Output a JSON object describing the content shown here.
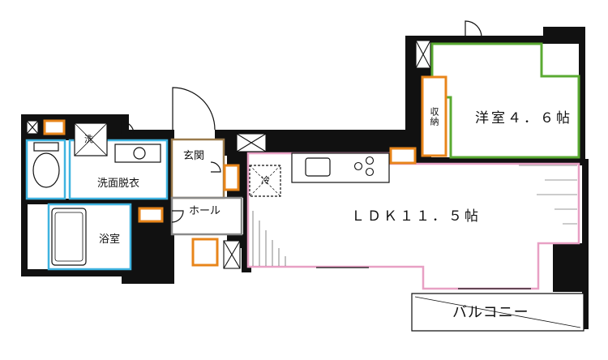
{
  "rooms": {
    "western": "洋室４．６帖",
    "ldk": "ＬＤＫ１１．５帖",
    "washroom": "洗面脱衣",
    "bath": "浴室",
    "entrance": "玄関",
    "hall": "ホール",
    "balcony": "バルコニー"
  },
  "fixtures": {
    "storage": "収納",
    "washer": "洗",
    "fridge": "冷"
  },
  "colors": {
    "wall": "#111111",
    "storage": "#e8851a",
    "western_outline": "#5aaa32",
    "ldk_outline": "#e8a0c4",
    "wet_outline": "#3fb3e0",
    "entrance_outline": "#9a7a4c",
    "hall_outline": "#8a8a8a"
  }
}
